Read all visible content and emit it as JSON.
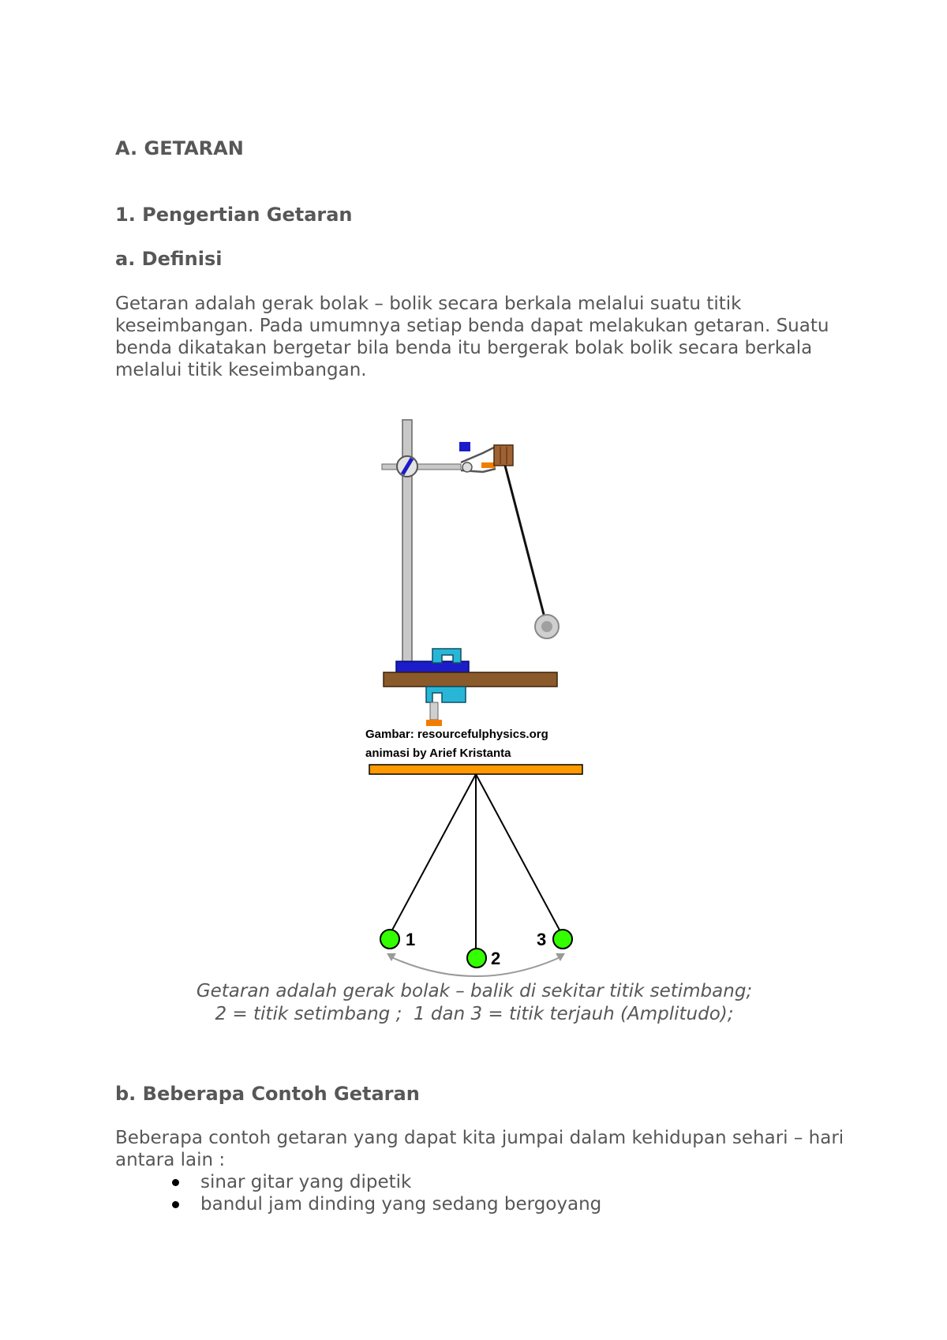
{
  "headings": {
    "main": "A. GETARAN",
    "section1": "1. Pengertian Getaran",
    "definition": "a. Definisi",
    "examples": "b. Beberapa Contoh Getaran"
  },
  "definition_text": "Getaran adalah gerak bolak – bolik secara berkala melalui suatu titik keseimbangan. Pada umumnya setiap benda dapat melakukan getaran. Suatu benda dikatakan bergetar bila benda itu bergerak bolak bolik secara berkala melalui titik keseimbangan.",
  "figure": {
    "credit_line1": "Gambar: resourcefulphysics.org",
    "credit_line2": "animasi by Arief Kristanta",
    "ball_labels": [
      "1",
      "2",
      "3"
    ],
    "caption_line1": "Getaran adalah gerak bolak – balik di sekitar titik setimbang;",
    "caption_line2": "2 = titik setimbang ;  1 dan 3 = titik terjauh (Amplitudo);"
  },
  "examples_intro": "Beberapa contoh getaran yang dapat kita jumpai dalam kehidupan sehari – hari antara lain :",
  "examples_list": [
    "sinar gitar yang dipetik",
    "bandul jam dinding yang sedang bergoyang"
  ],
  "colors": {
    "text": "#575757",
    "table_wood": "#8b5a2b",
    "clamp_cyan": "#29b6d6",
    "clamp_blue": "#1c1cc8",
    "bar_orange": "#ff9900",
    "ball_green": "#33ff00"
  }
}
